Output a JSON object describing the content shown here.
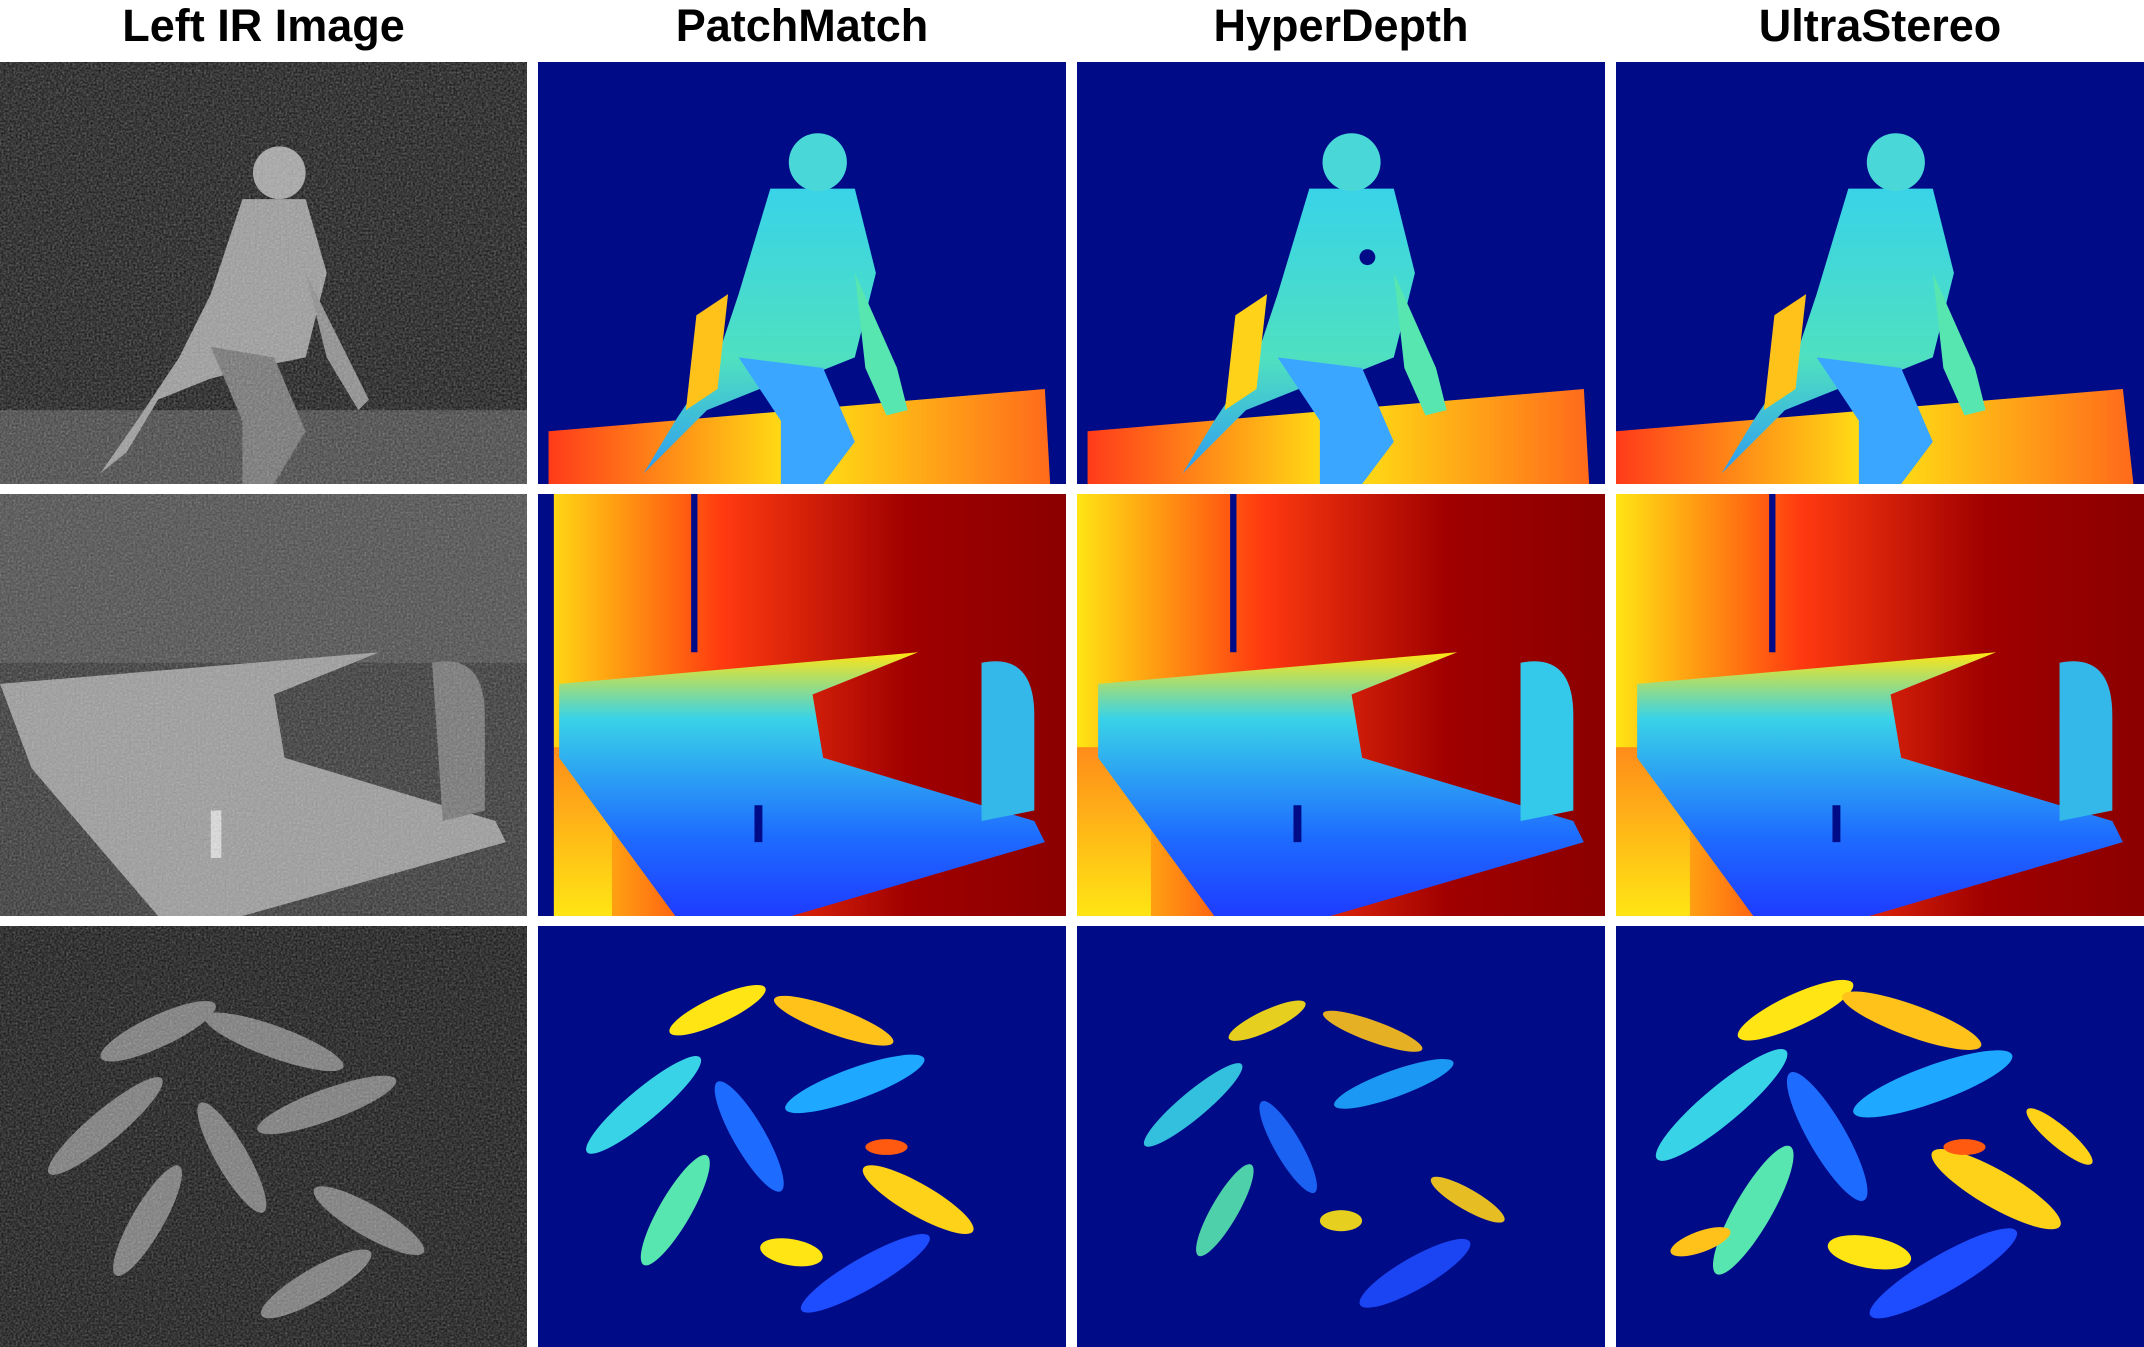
{
  "columns": [
    {
      "title": "Left IR Image"
    },
    {
      "title": "PatchMatch"
    },
    {
      "title": "HyperDepth"
    },
    {
      "title": "UltraStereo"
    }
  ],
  "rows": [
    {
      "scene": "person sitting on table edge"
    },
    {
      "scene": "office desk with chair"
    },
    {
      "scene": "leafy potted plant"
    }
  ],
  "colors": {
    "ir_background": "#0a0a0a",
    "depth_background": "#000b87",
    "depth_near": "#1e3cff",
    "depth_mid": "#39d3e8",
    "depth_far": "#ffe514",
    "depth_farthest": "#8b0000"
  }
}
